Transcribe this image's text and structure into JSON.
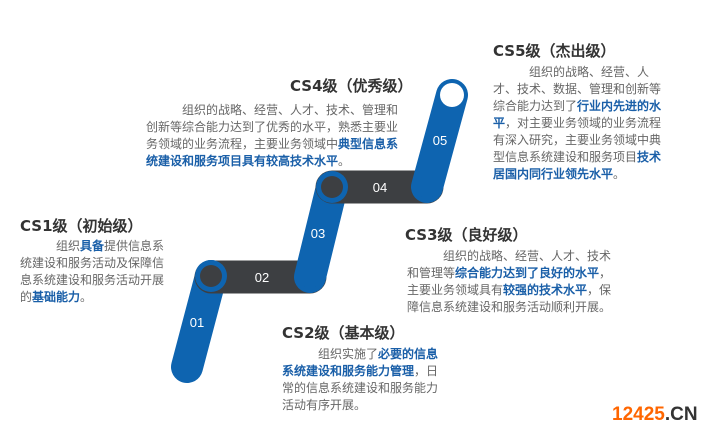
{
  "levels": [
    {
      "num": "01",
      "title": "CS1级（初始级）",
      "body": [
        {
          "t": "组织"
        },
        {
          "t": "具备",
          "b": 1
        },
        {
          "t": "提供信息系统建设和服务活动及保障信息系统建设和服务活动开展的"
        },
        {
          "t": "基础能力",
          "b": 1
        },
        {
          "t": "。"
        }
      ]
    },
    {
      "num": "02",
      "title": "CS2级（基本级）",
      "body": [
        {
          "t": "组织实施了"
        },
        {
          "t": "必要的信息系统建设和服务能力管理",
          "b": 1
        },
        {
          "t": "，日常的信息系统建设和服务能力活动有序开展。"
        }
      ]
    },
    {
      "num": "03",
      "title": "CS3级（良好级）",
      "body": [
        {
          "t": "组织的战略、经营、人才、技术和管理等"
        },
        {
          "t": "综合能力达到了良好的水平",
          "b": 1
        },
        {
          "t": "，主要业务领域具有"
        },
        {
          "t": "较强的技术水平",
          "b": 1
        },
        {
          "t": "，保障信息系统建设和服务活动顺利开展。"
        }
      ]
    },
    {
      "num": "04",
      "title": "CS4级（优秀级）",
      "body": [
        {
          "t": "组织的战略、经营、人才、技术、管理和创新等综合能力达到了优秀的水平，熟悉主要业务领域的业务流程，主要业务领域中"
        },
        {
          "t": "典型信息系统建设和服务项目具有较高技术水平",
          "b": 1
        },
        {
          "t": "。"
        }
      ]
    },
    {
      "num": "05",
      "title": "CS5级（杰出级）",
      "body": [
        {
          "t": "组织的战略、经营、人才、技术、数据、管理和创新等综合能力达到了"
        },
        {
          "t": "行业内先进的水平",
          "b": 1
        },
        {
          "t": "，对主要业务领域的业务流程有深入研究，主要业务领域中典型信息系统建设和服务项目"
        },
        {
          "t": "技术居国内同行业领先水平",
          "b": 1
        },
        {
          "t": "。"
        }
      ]
    }
  ],
  "watermark": {
    "main": "12425",
    "suffix": ".CN",
    "main_color": "#ff6600",
    "suffix_color": "#333333"
  },
  "colors": {
    "blue": "#0e64b0",
    "dark": "#3d3f42"
  }
}
